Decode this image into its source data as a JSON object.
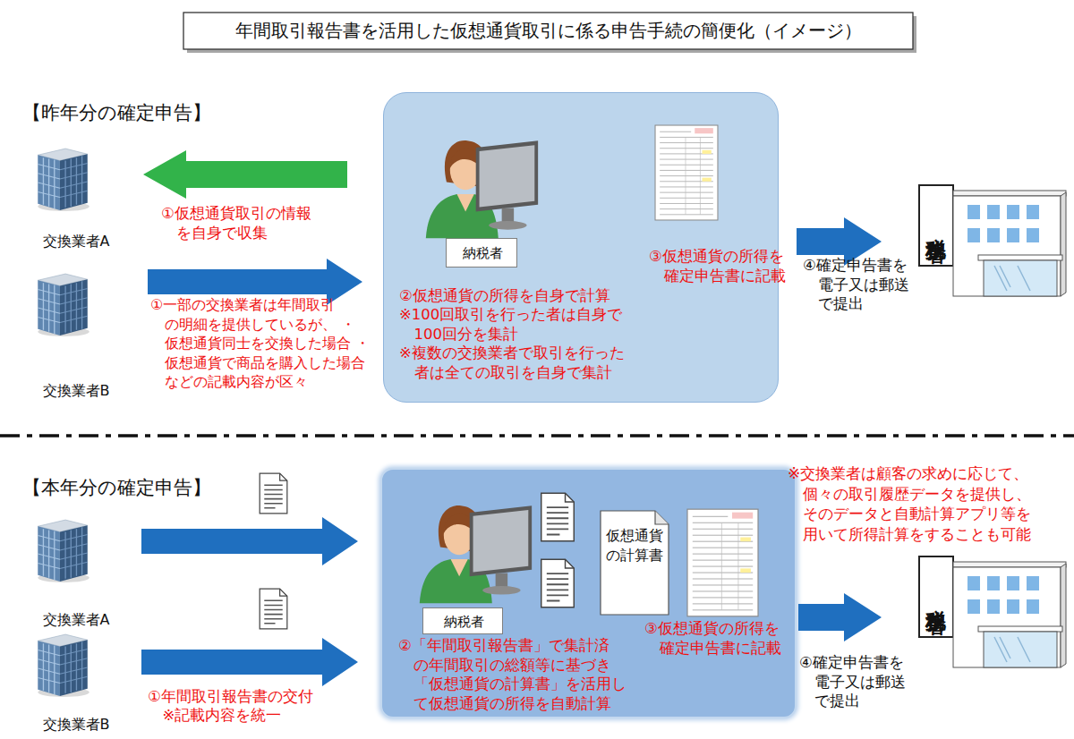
{
  "diagram": {
    "title": "年間取引報告書を活用した仮想通貨取引に係る申告手続の簡便化（イメージ）",
    "nodes": [
      {
        "text": [
          "交換業者A"
        ]
      },
      {
        "text": [
          "交換業者B"
        ]
      },
      {
        "text": [
          "②仮想通貨の所得を自身で計算",
          "※100回取引を行った者は自身で 100回分を集計",
          "※複数の交換業者で取引を行った 者は全ての取引を自身で集計",
          "③仮想通貨の所得を 確定申告書に記載"
        ]
      },
      {
        "text": [
          "納税者"
        ],
        "in": 2
      },
      {
        "text": [
          "税務署"
        ]
      },
      {
        "text": [
          "交換業者A"
        ]
      },
      {
        "text": [
          "交換業者B"
        ]
      },
      {
        "text": [
          "②「年間取引報告書」で集計済 の年間取引の総額等に基づき 「仮想通貨の計算書」を活用し て仮想通貨の所得を自動計算",
          "③仮想通貨の所得を 確定申告書に記載"
        ]
      },
      {
        "text": [
          "納税者"
        ],
        "in": 7
      },
      {
        "text": [
          "仮想通貨 の計算書"
        ],
        "in": 7
      },
      {
        "text": [
          "税務署"
        ]
      }
    ],
    "edges": [
      {
        "from": 2,
        "to": 0,
        "label": "①仮想通貨取引の情報 を自身で収集",
        "arrow": "to"
      },
      {
        "from": 1,
        "to": 2,
        "label": "①一部の交換業者は年間取引 の明細を提供しているが、 ・仮想通貨同士を交換した場合 ・仮想通貨で商品を購入した場合 などの記載内容が区々",
        "arrow": "to"
      },
      {
        "from": 2,
        "to": 4,
        "label": "④確定申告書を 電子又は郵送 で提出",
        "arrow": "to"
      },
      {
        "from": 5,
        "to": 7,
        "arrow": "to"
      },
      {
        "from": 6,
        "to": 7,
        "label": "①年間取引報告書の交付 ※記載内容を統一",
        "arrow": "to"
      },
      {
        "from": 7,
        "to": 10,
        "label": "④確定申告書を 電子又は郵送 で提出",
        "arrow": "to"
      }
    ],
    "labels": [
      "【昨年分の確定申告】",
      "【本年分の確定申告】",
      "※交換業者は顧客の求めに応じて、 個々の取引履歴データを提供し、 そのデータと自動計算アプリ等を 用いて所得計算をすることも可能"
    ]
  }
}
